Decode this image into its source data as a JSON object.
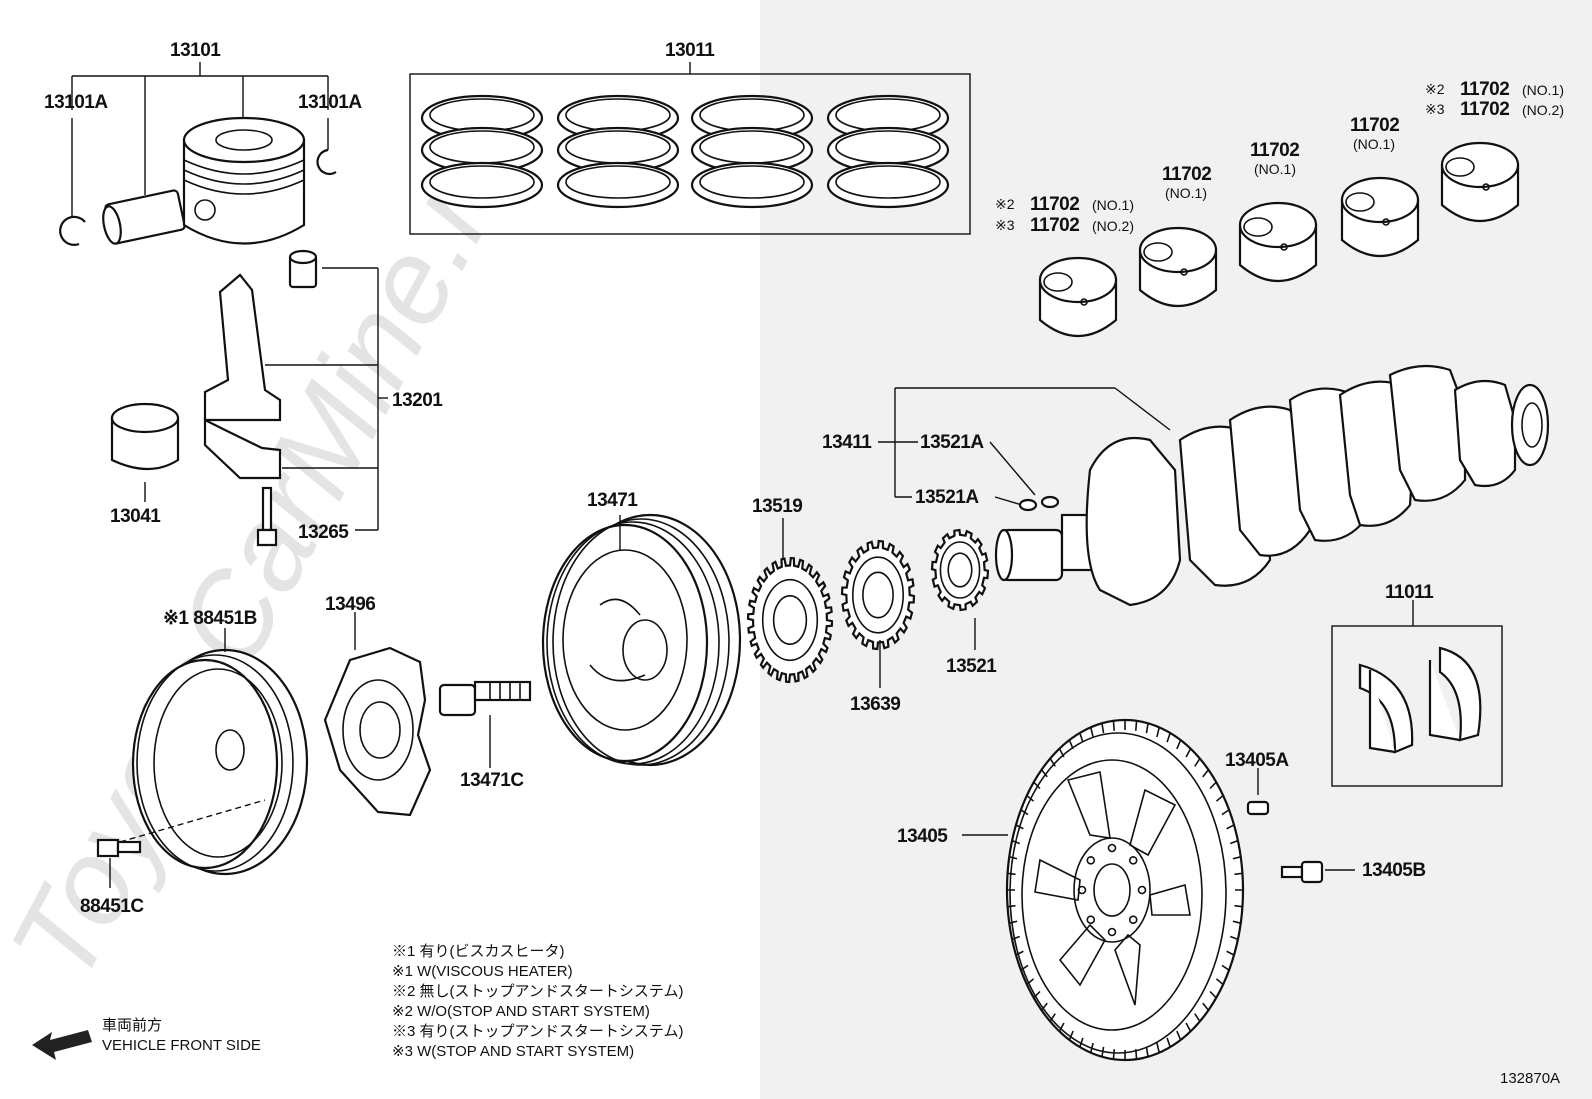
{
  "watermark": "ToyotaCarMine.ru",
  "diagram_id": "132870A",
  "direction_label_jp": "車両前方",
  "direction_label_en": "VEHICLE FRONT SIDE",
  "notes": [
    "※1  有り(ビスカスヒータ)",
    "※1  W(VISCOUS HEATER)",
    "※2  無し(ストップアンドスタートシステム)",
    "※2  W/O(STOP AND START SYSTEM)",
    "※3  有り(ストップアンドスタートシステム)",
    "※3  W(STOP AND START SYSTEM)"
  ],
  "parts": {
    "p13101": "13101",
    "p13101a_left": "13101A",
    "p13101a_right": "13101A",
    "p13011": "13011",
    "p13201": "13201",
    "p13041": "13041",
    "p13265": "13265",
    "p13471": "13471",
    "p13519": "13519",
    "p13639": "13639",
    "p13521": "13521",
    "p13496": "13496",
    "p88451b": "※1 88451B",
    "p13471c": "13471C",
    "p88451c": "88451C",
    "p13411": "13411",
    "p13521a_top": "13521A",
    "p13521a_bot": "13521A",
    "p11011": "11011",
    "p13405a": "13405A",
    "p13405": "13405",
    "p13405b": "13405B"
  },
  "bearings": {
    "b1_l1": "※2",
    "b1_l1_num": "11702",
    "b1_l1_sub": "(NO.1)",
    "b1_l2": "※3",
    "b1_l2_num": "11702",
    "b1_l2_sub": "(NO.2)",
    "b2_num": "11702",
    "b2_sub": "(NO.1)",
    "b3_num": "11702",
    "b3_sub": "(NO.1)",
    "b4_num": "11702",
    "b4_sub": "(NO.1)",
    "b5_l1": "※2",
    "b5_l1_num": "11702",
    "b5_l1_sub": "(NO.1)",
    "b5_l2": "※3",
    "b5_l2_num": "11702",
    "b5_l2_sub": "(NO.2)"
  }
}
